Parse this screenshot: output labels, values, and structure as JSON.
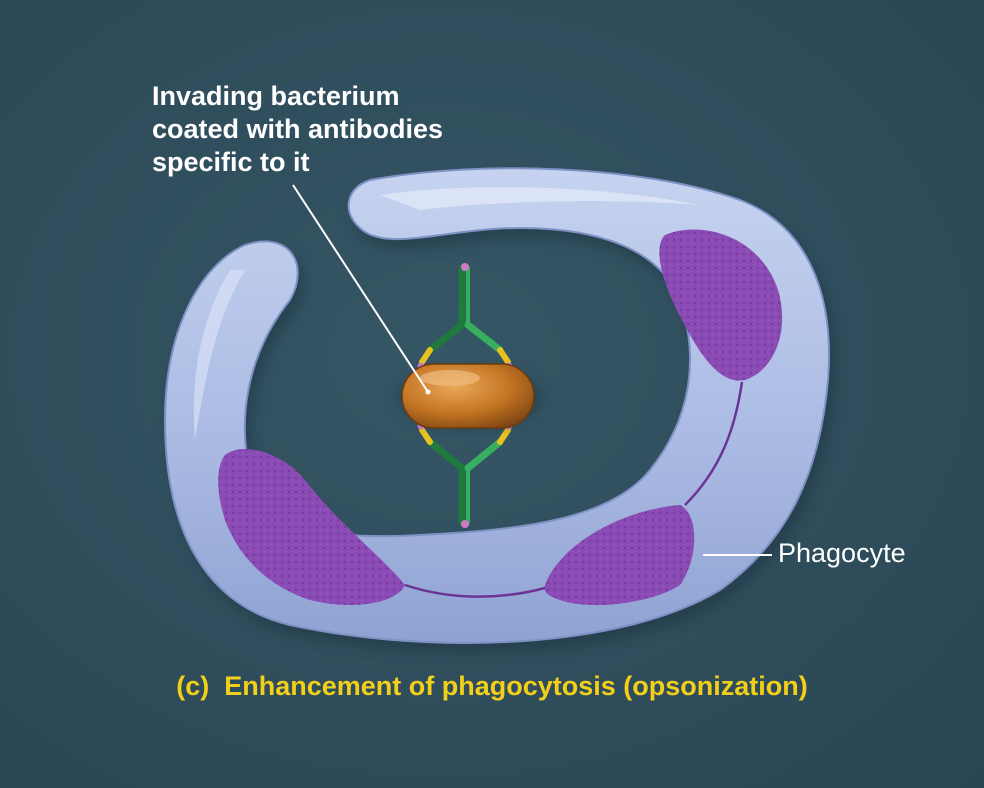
{
  "labels": {
    "bacterium": [
      "Invading bacterium",
      "coated with antibodies",
      "specific to it"
    ],
    "phagocyte": "Phagocyte"
  },
  "caption": "(c)  Enhancement of phagocytosis (opsonization)",
  "colors": {
    "background": "#2f4d5b",
    "cell_body": "#aebfe6",
    "nucleus": "#8a4cb4",
    "bacterium": "#c97a2a",
    "antibody": "#2e9a52",
    "caption": "#f2cf18",
    "label_text": "#ffffff"
  }
}
